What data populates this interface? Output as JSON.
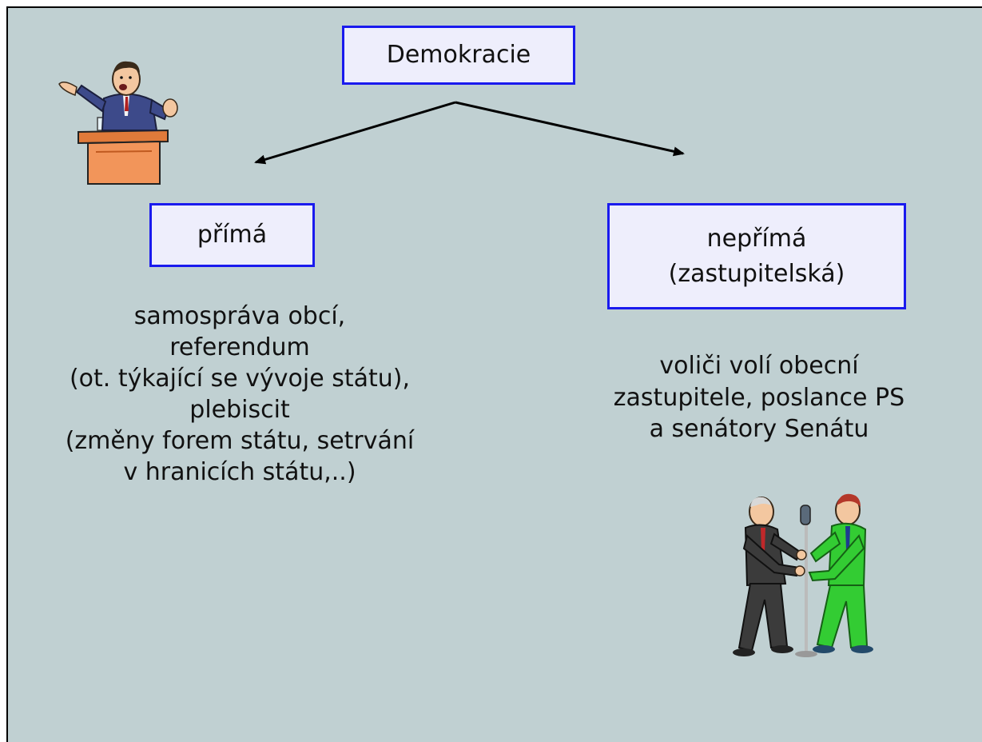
{
  "diagram": {
    "root": {
      "label": "Demokracie"
    },
    "left": {
      "label": "přímá",
      "description": [
        "samospráva obcí,",
        "referendum",
        "(ot. týkající se vývoje státu),",
        "plebiscit",
        "(změny forem státu, setrvání",
        "v hranicích státu,..)"
      ]
    },
    "right": {
      "label_lines": [
        "nepřímá",
        "(zastupitelská)"
      ],
      "description": [
        "voliči volí obecní",
        "zastupitele, poslance PS",
        "a senátory Senátu"
      ]
    }
  },
  "colors": {
    "slide_background": "#c0d0d2",
    "box_fill": "#eeeefc",
    "box_border": "#1a1aee",
    "arrow": "#000000"
  },
  "icons": {
    "top_left": "speaker-at-podium-icon",
    "bottom_right": "microphone-argument-icon"
  }
}
